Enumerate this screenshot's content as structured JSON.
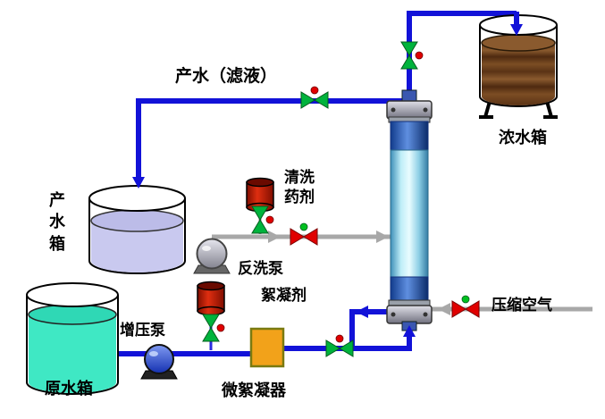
{
  "diagram": {
    "labels": {
      "filtrate": "产水（滤液）",
      "concentrate_tank": "浓水箱",
      "product_tank": "产水箱",
      "cleaning_agent": "清洗药剂",
      "backwash_pump": "反洗泵",
      "flocculant": "絮凝剂",
      "booster_pump": "增压泵",
      "raw_water_tank": "原水箱",
      "micro_flocculator": "微絮凝器",
      "compressed_air": "压缩空气"
    },
    "colors": {
      "pipe_blue": "#1212d8",
      "pipe_gray": "#a8a8a8",
      "valve_green": "#00b33c",
      "valve_red": "#e00000",
      "raw_water": "#3fe8c4",
      "product_water": "#c9c9ef",
      "concentrate_liquid": "#6b3f1c",
      "flocculator": "#f2a21a",
      "chemical_drum": "#cc1100"
    }
  }
}
